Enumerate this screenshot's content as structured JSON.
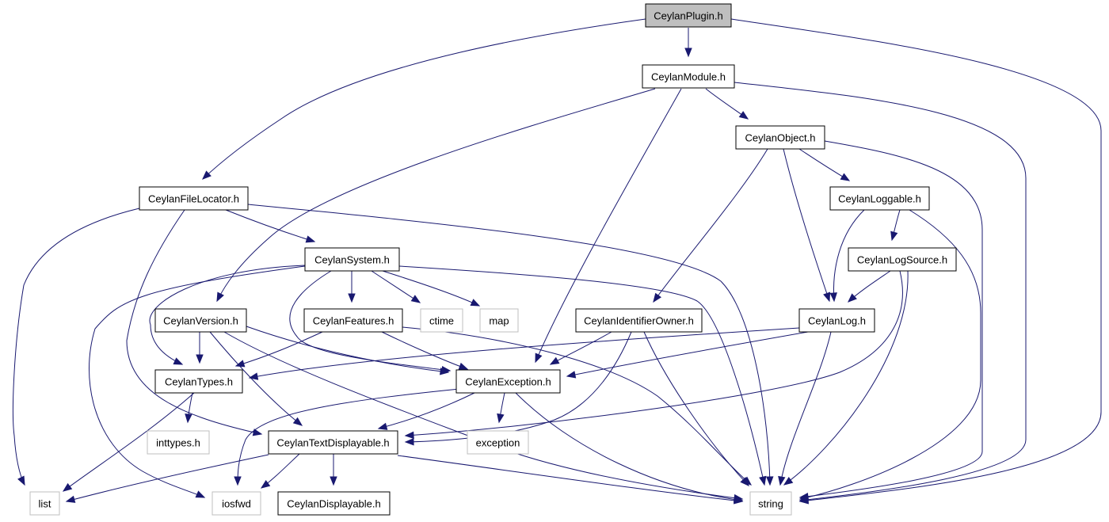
{
  "colors": {
    "edge": "#191970",
    "node_border": "#000000",
    "node_fill": "#ffffff",
    "external_border": "#bfbfbf",
    "external_text": "#000000",
    "focus_fill": "#bfbfbf"
  },
  "nodes": [
    {
      "id": "plugin",
      "label": "CeylanPlugin.h",
      "kind": "focus"
    },
    {
      "id": "module",
      "label": "CeylanModule.h",
      "kind": "file"
    },
    {
      "id": "object",
      "label": "CeylanObject.h",
      "kind": "file"
    },
    {
      "id": "loggable",
      "label": "CeylanLoggable.h",
      "kind": "file"
    },
    {
      "id": "logsource",
      "label": "CeylanLogSource.h",
      "kind": "file"
    },
    {
      "id": "filelocator",
      "label": "CeylanFileLocator.h",
      "kind": "file"
    },
    {
      "id": "system",
      "label": "CeylanSystem.h",
      "kind": "file"
    },
    {
      "id": "version",
      "label": "CeylanVersion.h",
      "kind": "file"
    },
    {
      "id": "features",
      "label": "CeylanFeatures.h",
      "kind": "file"
    },
    {
      "id": "ctime",
      "label": "ctime",
      "kind": "external"
    },
    {
      "id": "map",
      "label": "map",
      "kind": "external"
    },
    {
      "id": "identifier",
      "label": "CeylanIdentifierOwner.h",
      "kind": "file"
    },
    {
      "id": "log",
      "label": "CeylanLog.h",
      "kind": "file"
    },
    {
      "id": "types",
      "label": "CeylanTypes.h",
      "kind": "file"
    },
    {
      "id": "exception",
      "label": "CeylanException.h",
      "kind": "file"
    },
    {
      "id": "inttypes",
      "label": "inttypes.h",
      "kind": "external"
    },
    {
      "id": "textdisplayable",
      "label": "CeylanTextDisplayable.h",
      "kind": "file"
    },
    {
      "id": "stdexception",
      "label": "exception",
      "kind": "external"
    },
    {
      "id": "list",
      "label": "list",
      "kind": "external"
    },
    {
      "id": "iosfwd",
      "label": "iosfwd",
      "kind": "external"
    },
    {
      "id": "displayable",
      "label": "CeylanDisplayable.h",
      "kind": "file"
    },
    {
      "id": "string",
      "label": "string",
      "kind": "external"
    }
  ],
  "edges": [
    {
      "from": "plugin",
      "to": "module"
    },
    {
      "from": "plugin",
      "to": "filelocator"
    },
    {
      "from": "plugin",
      "to": "string"
    },
    {
      "from": "module",
      "to": "object"
    },
    {
      "from": "module",
      "to": "version"
    },
    {
      "from": "module",
      "to": "exception"
    },
    {
      "from": "module",
      "to": "string"
    },
    {
      "from": "object",
      "to": "loggable"
    },
    {
      "from": "object",
      "to": "identifier"
    },
    {
      "from": "object",
      "to": "log"
    },
    {
      "from": "object",
      "to": "string"
    },
    {
      "from": "loggable",
      "to": "logsource"
    },
    {
      "from": "loggable",
      "to": "log"
    },
    {
      "from": "loggable",
      "to": "string"
    },
    {
      "from": "logsource",
      "to": "log"
    },
    {
      "from": "logsource",
      "to": "textdisplayable"
    },
    {
      "from": "logsource",
      "to": "string"
    },
    {
      "from": "filelocator",
      "to": "system"
    },
    {
      "from": "filelocator",
      "to": "list"
    },
    {
      "from": "filelocator",
      "to": "textdisplayable"
    },
    {
      "from": "filelocator",
      "to": "string"
    },
    {
      "from": "system",
      "to": "features"
    },
    {
      "from": "system",
      "to": "ctime"
    },
    {
      "from": "system",
      "to": "map"
    },
    {
      "from": "system",
      "to": "types"
    },
    {
      "from": "system",
      "to": "exception"
    },
    {
      "from": "system",
      "to": "iosfwd"
    },
    {
      "from": "system",
      "to": "string"
    },
    {
      "from": "version",
      "to": "types"
    },
    {
      "from": "version",
      "to": "exception"
    },
    {
      "from": "version",
      "to": "textdisplayable"
    },
    {
      "from": "version",
      "to": "string"
    },
    {
      "from": "features",
      "to": "types"
    },
    {
      "from": "features",
      "to": "exception"
    },
    {
      "from": "features",
      "to": "string"
    },
    {
      "from": "identifier",
      "to": "exception"
    },
    {
      "from": "identifier",
      "to": "textdisplayable"
    },
    {
      "from": "identifier",
      "to": "string"
    },
    {
      "from": "log",
      "to": "types"
    },
    {
      "from": "log",
      "to": "exception"
    },
    {
      "from": "log",
      "to": "string"
    },
    {
      "from": "types",
      "to": "inttypes"
    },
    {
      "from": "types",
      "to": "list"
    },
    {
      "from": "exception",
      "to": "textdisplayable"
    },
    {
      "from": "exception",
      "to": "stdexception"
    },
    {
      "from": "exception",
      "to": "iosfwd"
    },
    {
      "from": "exception",
      "to": "string"
    },
    {
      "from": "textdisplayable",
      "to": "displayable"
    },
    {
      "from": "textdisplayable",
      "to": "list"
    },
    {
      "from": "textdisplayable",
      "to": "iosfwd"
    },
    {
      "from": "textdisplayable",
      "to": "string"
    }
  ]
}
